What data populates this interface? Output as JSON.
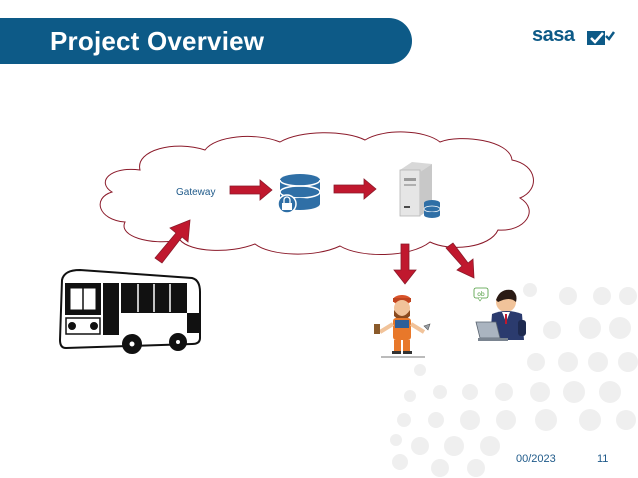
{
  "slide": {
    "title": "Project Overview",
    "logo_text": "sasa",
    "gateway_label": "Gateway",
    "footer_date": "00/2023",
    "page_number": "11"
  },
  "icons": [
    "bus-icon",
    "database-lock-icon",
    "server-icon",
    "mechanic-icon",
    "office-worker-icon",
    "logo-check-icon"
  ],
  "colors": {
    "title_bar": "#0d5a87",
    "arrow": "#c0182e",
    "cloud_outline": "#8b1a2a",
    "dots": "#ececec",
    "text_blue": "#1f5a8a"
  }
}
